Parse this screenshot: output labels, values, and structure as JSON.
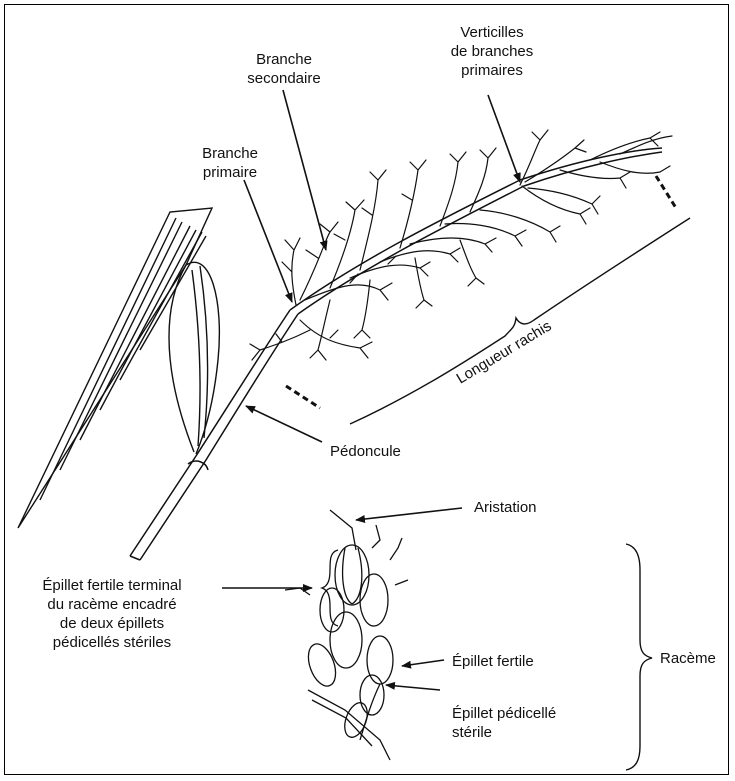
{
  "labels": {
    "branche_secondaire": [
      "Branche",
      "secondaire"
    ],
    "verticilles": [
      "Verticilles",
      "de branches",
      "primaires"
    ],
    "branche_primaire": [
      "Branche",
      "primaire"
    ],
    "longueur_rachis": "Longueur rachis",
    "pedoncule": "Pédoncule",
    "aristation": "Aristation",
    "epillet_terminal": [
      "Épillet fertile terminal",
      "du racème encadré",
      "de deux épillets",
      "pédicellés stériles"
    ],
    "epillet_fertile": "Épillet fertile",
    "epillet_pedicelle": [
      "Épillet pédicellé",
      "stérile"
    ],
    "raceme": "Racème"
  }
}
